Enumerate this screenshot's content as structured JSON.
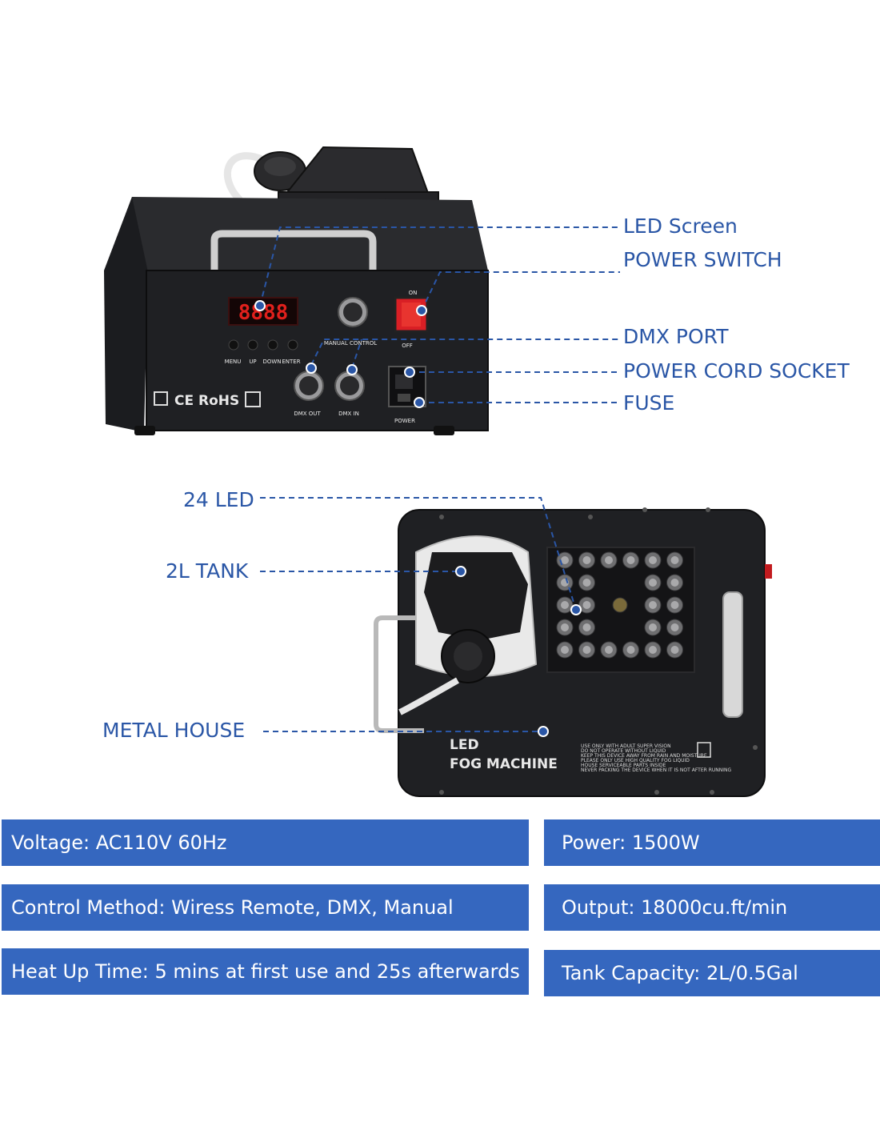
{
  "callouts": {
    "led_screen": "LED Screen",
    "power_switch": "POWER SWITCH",
    "dmx_port": "DMX PORT",
    "power_cord_socket": "POWER CORD SOCKET",
    "fuse": "FUSE",
    "led_24": "24 LED",
    "tank_2l": "2L TANK",
    "metal_house": "METAL HOUSE"
  },
  "rear_panel": {
    "display_digits": "8888",
    "buttons": [
      "MENU",
      "UP",
      "DOWN",
      "ENTER"
    ],
    "manual_control": "MANUAL CONTROL",
    "dmx_out": "DMX OUT",
    "dmx_in": "DMX IN",
    "switch_on": "ON",
    "switch_off": "OFF",
    "power": "POWER",
    "certification": "CE RoHS"
  },
  "front_panel": {
    "brand_line1": "LED",
    "brand_line2": "FOG MACHINE",
    "warning_lines": [
      "USE ONLY WITH ADULT SUPER VISION",
      "DO NOT OPERATE WITHOUT LIQUID",
      "KEEP THIS DEVICE AWAY FROM RAIN AND MOISTURE",
      "PLEASE ONLY USE HIGH QUALITY FOG LIQUID",
      "HOUSE SERVICEABLE PARTS INSIDE",
      "NEVER PACKING THE DEVICE WHEN IT IS NOT AFTER RUNNING"
    ]
  },
  "specs": {
    "voltage": "Voltage: AC110V 60Hz",
    "power": "Power: 1500W",
    "control_method": "Control Method: Wiress Remote, DMX, Manual",
    "output": "Output: 18000cu.ft/min",
    "heat_up_time": "Heat Up Time: 5 mins at first use and 25s afterwards",
    "tank_capacity": "Tank Capacity: 2L/0.5Gal"
  },
  "colors": {
    "accent_blue": "#3567bf",
    "callout_text": "#2a56a6",
    "machine_body": "#1f2023",
    "display_red": "#e0201c"
  }
}
